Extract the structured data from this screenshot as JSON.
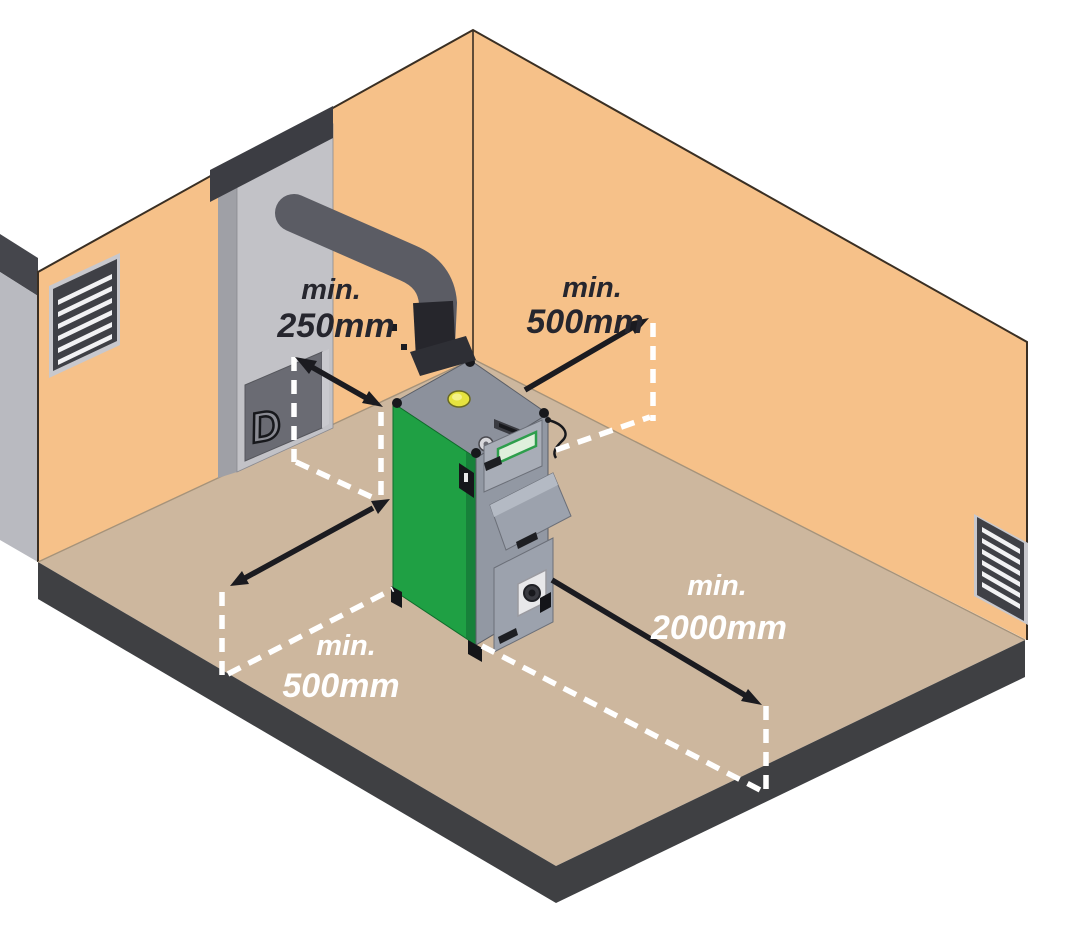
{
  "diagram_type": "boiler-installation-clearance-diagram",
  "clearances": {
    "chimney": {
      "prefix": "min.",
      "value": "250mm",
      "value_mm": 250
    },
    "rear_wall": {
      "prefix": "min.",
      "value": "500mm",
      "value_mm": 500
    },
    "side_wall": {
      "prefix": "min.",
      "value": "500mm",
      "value_mm": 500
    },
    "front": {
      "prefix": "min.",
      "value": "2000mm",
      "value_mm": 2000
    }
  },
  "chimney_door_letter": "D",
  "colors": {
    "wall": "#F6C189",
    "floor": "#CDB79E",
    "plinth": "#3F4043",
    "boiler_green": "#1FA044",
    "boiler_gray": "#9298A3",
    "boiler_top": "#8C919C",
    "chimney_gray": "#C2C2C7",
    "chimney_cap": "#3C3D43",
    "flue_pipe": "#5B5C64",
    "dimension_text_dark": "#26262E",
    "dimension_text_light": "#FFFFFF",
    "arrow": "#1B1B20"
  }
}
